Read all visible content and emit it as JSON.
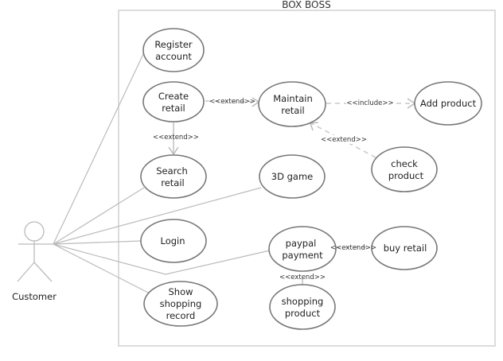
{
  "system": {
    "title": "BOX BOSS"
  },
  "actor": {
    "label": "Customer"
  },
  "use_cases": {
    "register": [
      "Register",
      "account"
    ],
    "create": [
      "Create",
      "retail"
    ],
    "maintain": [
      "Maintain",
      "retail"
    ],
    "add_product": [
      "Add product"
    ],
    "check": [
      "check",
      "product"
    ],
    "search": [
      "Search",
      "retail"
    ],
    "game": [
      "3D game"
    ],
    "login": [
      "Login"
    ],
    "paypal": [
      "paypal",
      "payment"
    ],
    "buy": [
      "buy retail"
    ],
    "show": [
      "Show",
      "shopping",
      "record"
    ],
    "shopping": [
      "shopping",
      "product"
    ]
  },
  "relations": {
    "create_maintain": "<<extend>>",
    "create_search": "<<extend>>",
    "maintain_add": "<<include>>",
    "check_maintain": "<<extend>>",
    "paypal_buy": "<<extend>>",
    "shopping_paypal": "<<extend>>"
  }
}
